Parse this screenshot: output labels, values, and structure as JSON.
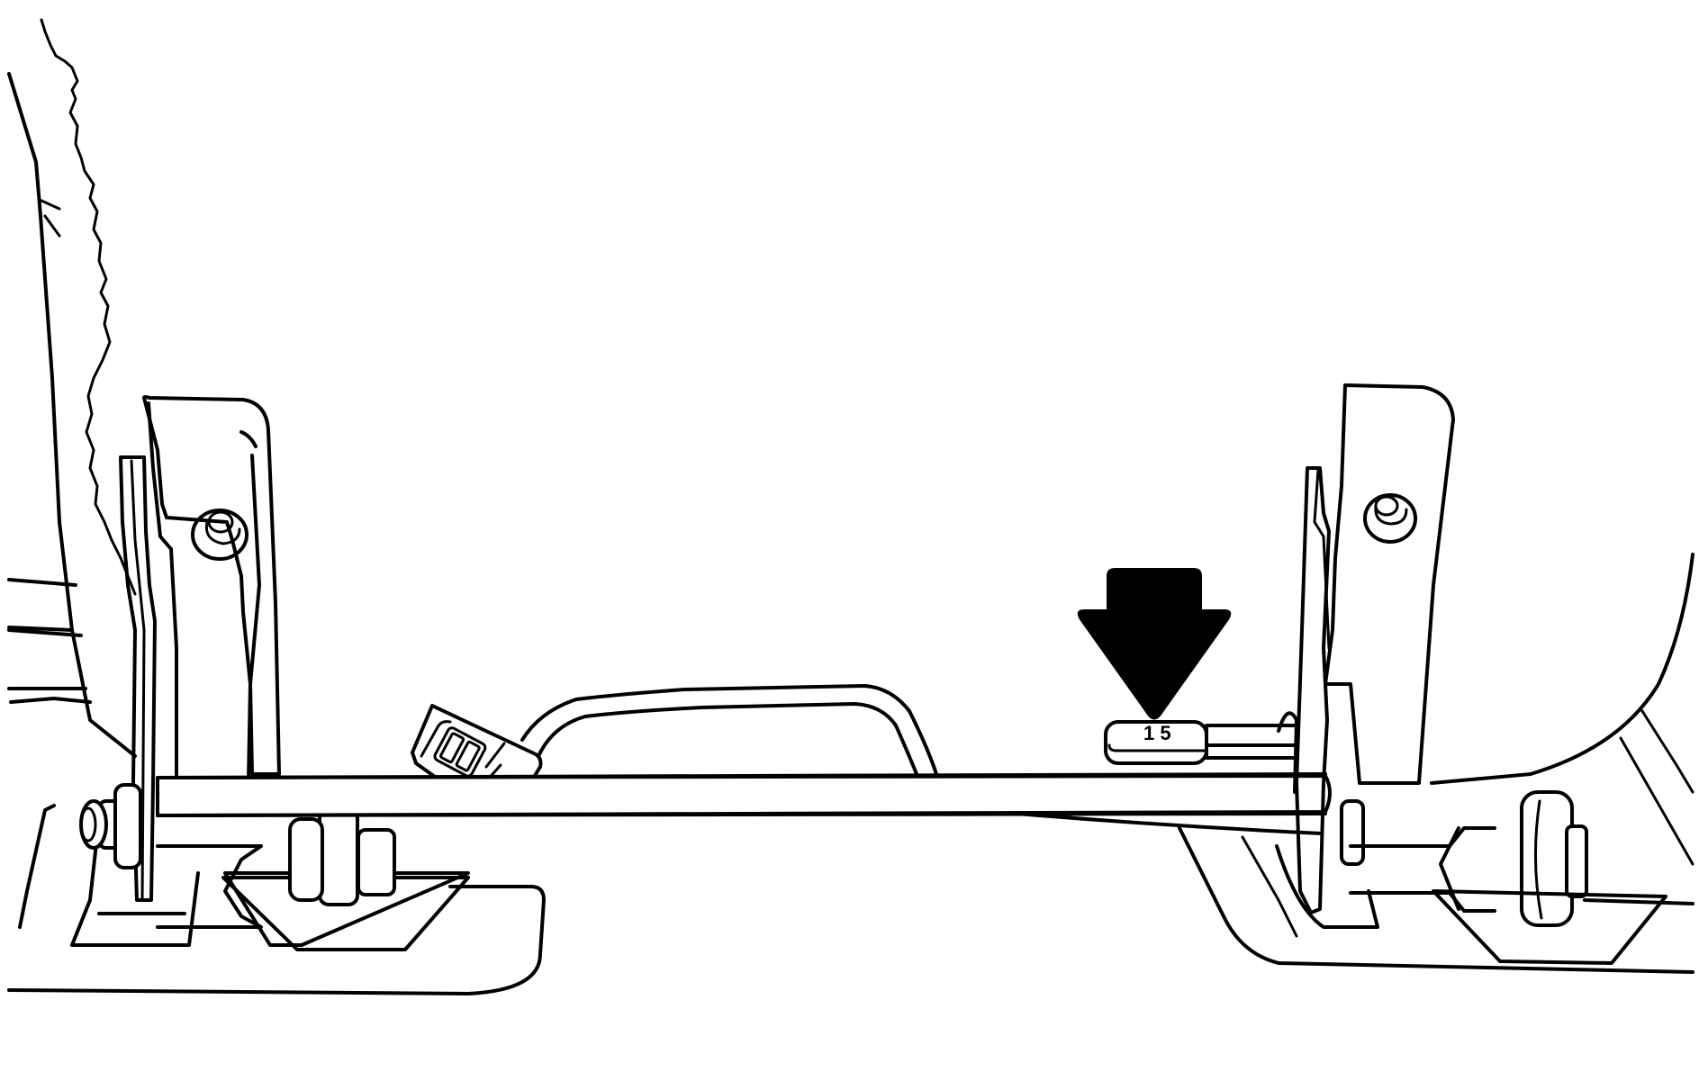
{
  "diagram": {
    "type": "technical-line-drawing",
    "subject": "seat frame cross rod with tagged part and downward callout arrow",
    "colors": {
      "line": "#000000",
      "background": "#ffffff",
      "arrow": "#000000"
    },
    "callouts": [
      {
        "id": "arrow",
        "direction": "down",
        "points_to": "tagged-part"
      }
    ],
    "labels": {
      "tag_text": "1 5"
    },
    "components": [
      "seat-cushion-left",
      "left-seat-bracket",
      "right-seat-bracket",
      "main-cross-rod",
      "connector-plug",
      "wire-harness-loop",
      "tagged-part",
      "left-pivot-bushing",
      "right-pivot-bushing",
      "left-mount-pad",
      "right-mount-pad",
      "floor-panel-left",
      "floor-panel-right"
    ]
  }
}
